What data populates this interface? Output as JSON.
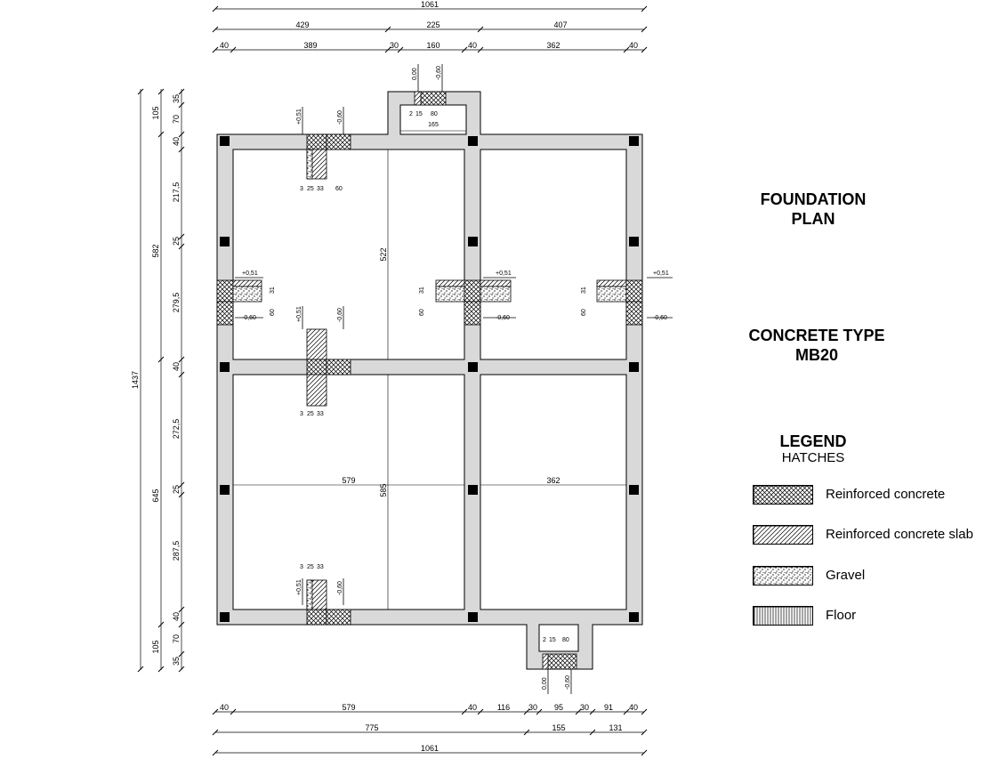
{
  "title": {
    "line1": "FOUNDATION",
    "line2": "PLAN"
  },
  "concrete": {
    "line1": "CONCRETE TYPE",
    "line2": "MB20"
  },
  "legend": {
    "title": "LEGEND",
    "subtitle": "HATCHES",
    "items": [
      {
        "label": "Reinforced concrete",
        "pattern": "cross-hatch"
      },
      {
        "label": "Reinforced concrete slab",
        "pattern": "diagonal-hatch"
      },
      {
        "label": "Gravel",
        "pattern": "dots"
      },
      {
        "label": "Floor",
        "pattern": "vertical-hatch"
      }
    ]
  },
  "dims_top": {
    "total": "1061",
    "row2": [
      "429",
      "225",
      "407"
    ],
    "row3": [
      "40",
      "389",
      "30",
      "160",
      "40",
      "362",
      "40"
    ]
  },
  "dims_bottom": {
    "row1": [
      "40",
      "579",
      "40",
      "116",
      "30",
      "95",
      "30",
      "91",
      "40"
    ],
    "row2": [
      "775",
      "155",
      "131"
    ],
    "total": "1061"
  },
  "dims_left": {
    "total": "1437",
    "row2": [
      "105",
      "582",
      "645",
      "105"
    ],
    "row3": [
      "35",
      "70",
      "40",
      "217,5",
      "25",
      "279,5",
      "40",
      "272,5",
      "25",
      "287,5",
      "40",
      "70",
      "35"
    ]
  },
  "dims_inner": {
    "h1": "522",
    "h2": "585",
    "w1": "579",
    "w2": "362",
    "entry_w": "165"
  },
  "levels": {
    "plus": "+0,51",
    "minus": "-0,60",
    "zero": "0,00",
    "top_minus": "-0,60"
  },
  "section_small": {
    "a": "3",
    "b": "25",
    "c": "33",
    "d": "60",
    "e": "2",
    "f": "15",
    "g": "80",
    "h": "31",
    "i": "15",
    "j": "3"
  },
  "colors": {
    "footing": "#d9d9d9",
    "line": "#000000",
    "column": "#000000"
  }
}
